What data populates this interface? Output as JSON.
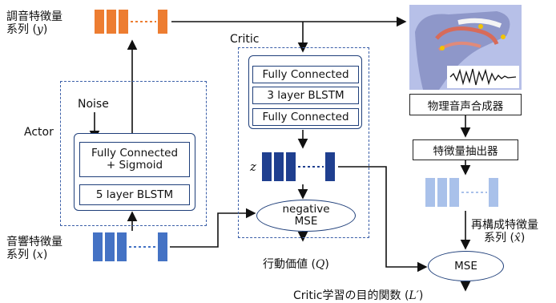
{
  "seq_y": {
    "label_line1": "調音特徴量",
    "label_line2": "系列 (",
    "var": "y",
    "close": ")"
  },
  "seq_x": {
    "label_line1": "音響特徴量",
    "label_line2": "系列 (",
    "var": "x",
    "close": ")"
  },
  "seq_xhat": {
    "label_line1": "再構成特徴量",
    "label_line2": "系列 (",
    "var": "x̂",
    "close": ")"
  },
  "z_label": "z",
  "actor": {
    "title": "Actor",
    "noise": "Noise",
    "layer1": "Fully Connected\n+ Sigmoid",
    "layer2": "5 layer BLSTM"
  },
  "critic": {
    "title": "Critic",
    "layer1": "Fully Connected",
    "layer2": "3 layer BLSTM",
    "layer3": "Fully Connected"
  },
  "neg_mse": "negative\nMSE",
  "action_value": {
    "text": "行動価値 (",
    "var": "Q",
    "close": ")"
  },
  "synth_label": "物理音声合成器",
  "extractor_label": "特徴量抽出器",
  "mse": "MSE",
  "objective": {
    "text": "Critic学習の目的関数 (",
    "var": "L′",
    "close": ")"
  },
  "colors": {
    "orange": "#ed7d31",
    "blue_dark": "#1f3f8f",
    "blue_mid": "#4472c4",
    "blue_light": "#a9c1ea",
    "border": "#1f3f7a"
  }
}
